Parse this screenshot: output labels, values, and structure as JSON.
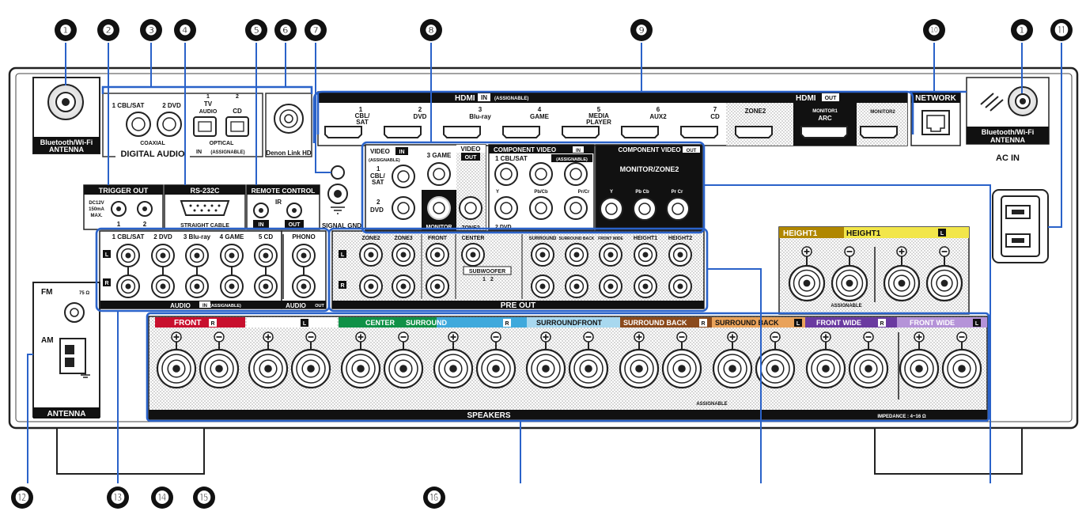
{
  "callouts": [
    {
      "id": "c1a",
      "label": "❶"
    },
    {
      "id": "c2",
      "label": "❷"
    },
    {
      "id": "c3",
      "label": "❸"
    },
    {
      "id": "c4",
      "label": "❹"
    },
    {
      "id": "c5",
      "label": "❺"
    },
    {
      "id": "c6",
      "label": "❻"
    },
    {
      "id": "c7",
      "label": "❼"
    },
    {
      "id": "c8",
      "label": "❽"
    },
    {
      "id": "c9",
      "label": "❾"
    },
    {
      "id": "c10",
      "label": "❿"
    },
    {
      "id": "c1b",
      "label": "❶"
    },
    {
      "id": "c11",
      "label": "⓫"
    },
    {
      "id": "c12",
      "label": "⓬"
    },
    {
      "id": "c13",
      "label": "⓭"
    },
    {
      "id": "c14",
      "label": "⓮"
    },
    {
      "id": "c15",
      "label": "⓯"
    },
    {
      "id": "c16",
      "label": "⓰"
    }
  ],
  "labels": {
    "bt_left": "Bluetooth/Wi-Fi",
    "bt_left2": "ANTENNA",
    "bt_right": "Bluetooth/Wi-Fi",
    "bt_right2": "ANTENNA",
    "coax1": "1 CBL/SAT",
    "coax2": "2 DVD",
    "coaxial": "COAXIAL",
    "digital_audio": "DIGITAL AUDIO",
    "opt1": "1",
    "opt1b": "TV",
    "opt1c": "AUDIO",
    "opt2": "2",
    "opt2b": "CD",
    "optical": "OPTICAL",
    "in": "IN",
    "assignable_paren": "(ASSIGNABLE)",
    "denon_link": "Denon Link HD",
    "hdmi": "HDMI",
    "hdmi_in": "IN",
    "hdmi_assign": "(ASSIGNABLE)",
    "hdmi_out": "HDMI",
    "hdmi_out_tag": "OUT",
    "h1": "1",
    "h1b": "CBL/",
    "h1c": "SAT",
    "h2": "2",
    "h2b": "DVD",
    "h3": "3",
    "h3b": "Blu-ray",
    "h4": "4",
    "h4b": "GAME",
    "h5": "5",
    "h5b": "MEDIA",
    "h5c": "PLAYER",
    "h6": "6",
    "h6b": "AUX2",
    "h7": "7",
    "h7b": "CD",
    "zone2": "ZONE2",
    "monitor1": "MONITOR1",
    "arc": "ARC",
    "monitor2": "MONITOR2",
    "network": "NETWORK",
    "ac_in": "AC IN",
    "trigger_out": "TRIGGER OUT",
    "dc12v": "DC12V",
    "ma150": "150mA",
    "max": "MAX.",
    "trig1": "1",
    "trig2": "2",
    "rs232c": "RS-232C",
    "straight_cable": "STRAIGHT CABLE",
    "remote_control": "REMOTE CONTROL",
    "ir": "IR",
    "rc_in": "IN",
    "rc_out": "OUT",
    "signal_gnd": "SIGNAL GND",
    "video": "VIDEO",
    "video_in": "IN",
    "video_assign": "(ASSIGNABLE)",
    "v1": "1",
    "v1b": "CBL/",
    "v1c": "SAT",
    "v2": "2",
    "v2b": "DVD",
    "v3": "3 GAME",
    "monitor": "MONITOR",
    "video_out": "VIDEO",
    "video_out_tag": "OUT",
    "zone2_video": "ZONE2",
    "comp_video": "COMPONENT VIDEO",
    "comp_in": "IN",
    "comp1": "1 CBL/SAT",
    "comp_assign": "(ASSIGNABLE)",
    "y": "Y",
    "pbcb": "Pb/Cb",
    "prcr": "Pr/Cr",
    "comp2": "2 DVD",
    "comp_video_out": "COMPONENT VIDEO",
    "comp_out_tag": "OUT",
    "monitor_zone2": "MONITOR/ZONE2",
    "cy": "Y",
    "cpb": "Pb Cb",
    "cpr": "Pr Cr",
    "a1": "1 CBL/SAT",
    "a2": "2 DVD",
    "a3": "3 Blu-ray",
    "a4": "4 GAME",
    "a5": "5 CD",
    "phono": "PHONO",
    "lch": "L",
    "rch": "R",
    "audio": "AUDIO",
    "audio_in": "IN",
    "audio_assign": "(ASSIGNABLE)",
    "audio_out": "AUDIO",
    "audio_out_tag": "OUT",
    "p_zone2": "ZONE2",
    "p_zone3": "ZONE3",
    "p_front": "FRONT",
    "p_center": "CENTER",
    "p_surround": "SURROUND",
    "p_surback": "SURROUND BACK",
    "p_frontwide": "FRONT WIDE",
    "p_height1": "HEIGHT1",
    "p_height2": "HEIGHT2",
    "subwoofer": "SUBWOOFER",
    "sub1": "1",
    "sub2": "2",
    "pre_out": "PRE OUT",
    "fm": "FM",
    "fm_ohm": "75 Ω",
    "am": "AM",
    "antenna": "ANTENNA",
    "height1_a": "HEIGHT1",
    "height1_b": "HEIGHT1",
    "height_l": "L",
    "assignable": "ASSIGNABLE",
    "sp_front": "FRONT",
    "sp_front_r": "R",
    "sp_l": "L",
    "sp_center": "CENTER",
    "sp_surround": "SURROUND",
    "sp_surround_r": "R",
    "sp_surroundfront": "SURROUNDFRONT",
    "sp_surback": "SURROUND BACK",
    "sp_surback_r": "R",
    "sp_surback2": "SURROUND BACK",
    "sp_surback2_l": "L",
    "sp_fw": "FRONT WIDE",
    "sp_fw_r": "R",
    "sp_fw2": "FRONT WIDE",
    "sp_fw2_l": "L",
    "sp_assignable": "ASSIGNABLE",
    "speakers": "SPEAKERS",
    "impedance": "IMPEDANCE : 4~16 Ω"
  },
  "colors": {
    "callout_line": "#2a62c9",
    "front": "#c8102e",
    "center": "#109147",
    "surround": "#3fa9dc",
    "surround_light": "#a8d8ef",
    "surround_back": "#8b4a1c",
    "surround_back_light": "#e9a25a",
    "front_wide": "#6a3aa0",
    "front_wide_light": "#b593d8",
    "height1": "#b08700",
    "height1_light": "#f2e64a",
    "panel_dark": "#1a1a1a"
  }
}
